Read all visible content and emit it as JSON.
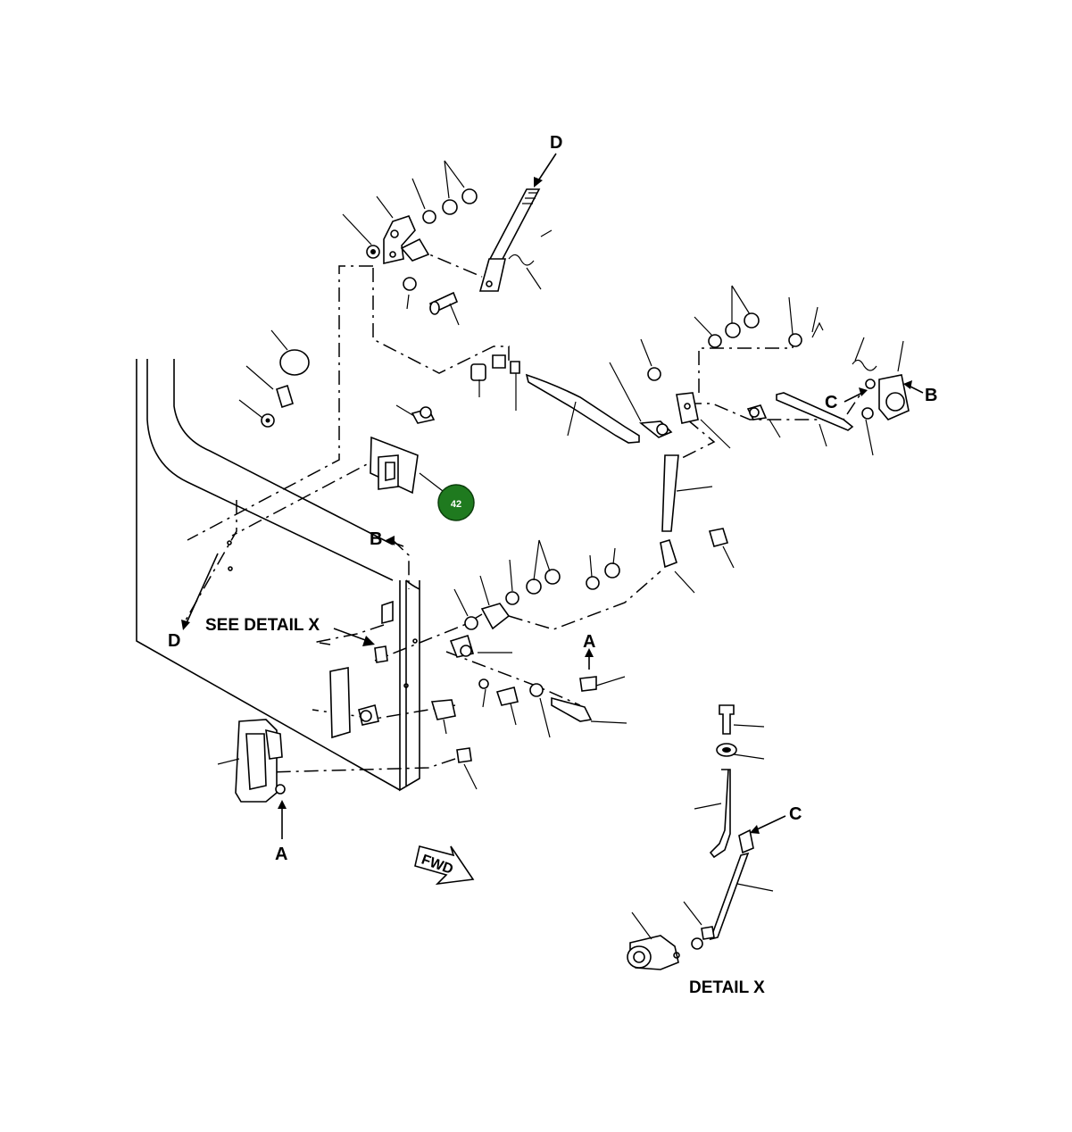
{
  "labels": {
    "d_top": "D",
    "d_bottom": "D",
    "b_right": "B",
    "b_mid": "B",
    "c_right": "C",
    "c_detail": "C",
    "a_mid": "A",
    "a_bottom": "A",
    "see_detail": "SEE DETAIL X",
    "detail_title": "DETAIL X",
    "fwd": "FWD"
  },
  "callout": {
    "number": "42",
    "color": "#1f7a1f",
    "text_color": "#ffffff"
  }
}
